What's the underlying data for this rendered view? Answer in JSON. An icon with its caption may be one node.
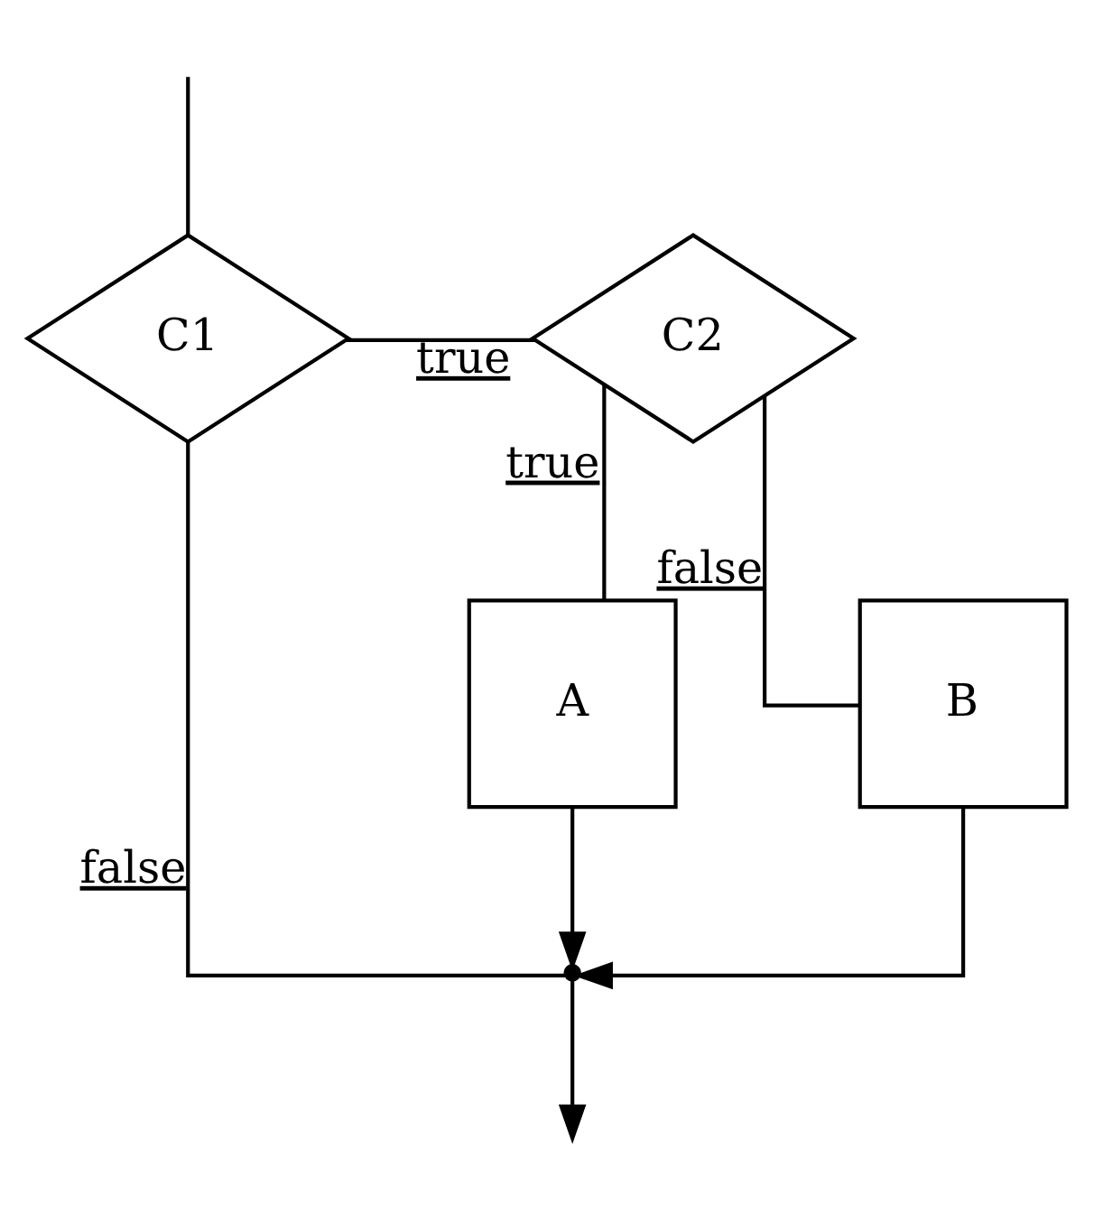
{
  "diagram": {
    "nodes": [
      {
        "text": [
          "C1"
        ]
      },
      {
        "text": [
          "C2"
        ]
      },
      {
        "text": [
          "B"
        ]
      },
      {
        "text": [
          "A"
        ]
      },
      {
        "text": [],
        "shape": "point"
      }
    ],
    "edges": [
      {
        "from": null,
        "to": 0,
        "arrow": "none"
      },
      {
        "from": 0,
        "to": 1,
        "arrow": "none",
        "label": "true"
      },
      {
        "from": 0,
        "to": 4,
        "arrow": "none",
        "label": "false"
      },
      {
        "from": 1,
        "to": 2,
        "arrow": "none",
        "label": "false"
      },
      {
        "from": 1,
        "to": 3,
        "arrow": "none",
        "label": "true"
      },
      {
        "from": 2,
        "to": 4,
        "arrow": "to"
      },
      {
        "from": 3,
        "to": 4,
        "arrow": "to"
      },
      {
        "from": 4,
        "to": null,
        "arrow": "to"
      }
    ]
  }
}
